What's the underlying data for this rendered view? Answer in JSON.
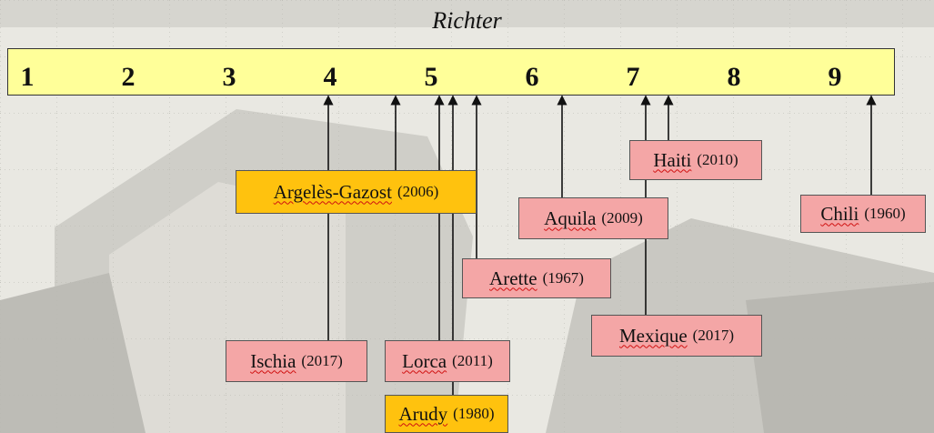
{
  "title": "Richter",
  "scale": {
    "ticks": [
      "1",
      "2",
      "3",
      "4",
      "5",
      "6",
      "7",
      "8",
      "9"
    ],
    "range": [
      1,
      10
    ]
  },
  "colors": {
    "bar": "#ffff99",
    "label_default": "#f4a6a6",
    "label_highlight": "#ffc20e"
  },
  "events": [
    {
      "name": "Argelès-Gazost",
      "year": "(2006)",
      "magnitude": 4.7,
      "highlight": true
    },
    {
      "name": "Ischia",
      "year": "(2017)",
      "magnitude": 4.0,
      "highlight": false
    },
    {
      "name": "Lorca",
      "year": "(2011)",
      "magnitude": 5.1,
      "highlight": false
    },
    {
      "name": "Arudy",
      "year": "(1980)",
      "magnitude": 5.2,
      "highlight": true
    },
    {
      "name": "Arette",
      "year": "(1967)",
      "magnitude": 5.4,
      "highlight": false
    },
    {
      "name": "Aquila",
      "year": "(2009)",
      "magnitude": 6.3,
      "highlight": false
    },
    {
      "name": "Mexique",
      "year": "(2017)",
      "magnitude": 7.1,
      "highlight": false
    },
    {
      "name": "Haiti",
      "year": "(2010)",
      "magnitude": 7.3,
      "highlight": false
    },
    {
      "name": "Chili",
      "year": "(1960)",
      "magnitude": 9.5,
      "highlight": false
    }
  ]
}
